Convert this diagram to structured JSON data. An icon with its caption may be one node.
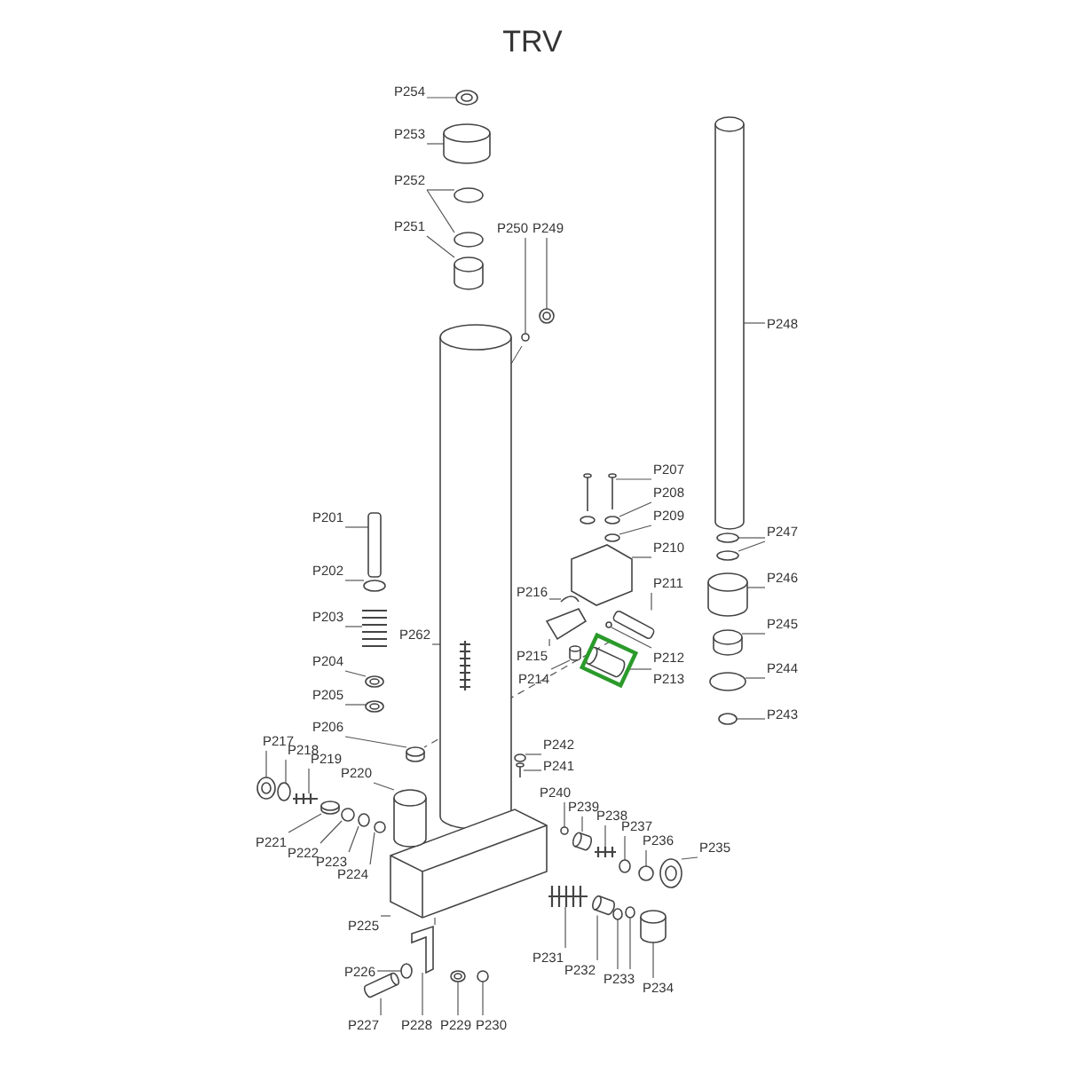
{
  "diagram": {
    "title": "TRV",
    "nodes": [
      {
        "text": [
          "P254"
        ]
      },
      {
        "text": [
          "P253"
        ]
      },
      {
        "text": [
          "P252"
        ]
      },
      {
        "text": [
          "P251"
        ]
      },
      {
        "text": [
          "P250"
        ]
      },
      {
        "text": [
          "P249"
        ]
      },
      {
        "text": [
          "P248"
        ]
      },
      {
        "text": [
          "P247"
        ]
      },
      {
        "text": [
          "P246"
        ]
      },
      {
        "text": [
          "P245"
        ]
      },
      {
        "text": [
          "P244"
        ]
      },
      {
        "text": [
          "P243"
        ]
      },
      {
        "text": [
          "P207"
        ]
      },
      {
        "text": [
          "P208"
        ]
      },
      {
        "text": [
          "P209"
        ]
      },
      {
        "text": [
          "P210"
        ]
      },
      {
        "text": [
          "P211"
        ]
      },
      {
        "text": [
          "P212"
        ]
      },
      {
        "text": [
          "P213"
        ]
      },
      {
        "text": [
          "P214"
        ]
      },
      {
        "text": [
          "P215"
        ]
      },
      {
        "text": [
          "P216"
        ]
      },
      {
        "text": [
          "P201"
        ]
      },
      {
        "text": [
          "P202"
        ]
      },
      {
        "text": [
          "P203"
        ]
      },
      {
        "text": [
          "P204"
        ]
      },
      {
        "text": [
          "P205"
        ]
      },
      {
        "text": [
          "P206"
        ]
      },
      {
        "text": [
          "P262"
        ]
      },
      {
        "text": [
          "P242"
        ]
      },
      {
        "text": [
          "P241"
        ]
      },
      {
        "text": [
          "P240"
        ]
      },
      {
        "text": [
          "P239"
        ]
      },
      {
        "text": [
          "P238"
        ]
      },
      {
        "text": [
          "P237"
        ]
      },
      {
        "text": [
          "P236"
        ]
      },
      {
        "text": [
          "P235"
        ]
      },
      {
        "text": [
          "P234"
        ]
      },
      {
        "text": [
          "P233"
        ]
      },
      {
        "text": [
          "P232"
        ]
      },
      {
        "text": [
          "P231"
        ]
      },
      {
        "text": [
          "P230"
        ]
      },
      {
        "text": [
          "P229"
        ]
      },
      {
        "text": [
          "P228"
        ]
      },
      {
        "text": [
          "P227"
        ]
      },
      {
        "text": [
          "P226"
        ]
      },
      {
        "text": [
          "P225"
        ]
      },
      {
        "text": [
          "P224"
        ]
      },
      {
        "text": [
          "P223"
        ]
      },
      {
        "text": [
          "P222"
        ]
      },
      {
        "text": [
          "P221"
        ]
      },
      {
        "text": [
          "P220"
        ]
      },
      {
        "text": [
          "P219"
        ]
      },
      {
        "text": [
          "P218"
        ]
      },
      {
        "text": [
          "P217"
        ]
      },
      {
        "text": [],
        "shape": "nut"
      },
      {
        "text": [],
        "shape": "cylinder"
      },
      {
        "text": [],
        "shape": "ring"
      },
      {
        "text": [],
        "shape": "ring"
      },
      {
        "text": [],
        "shape": "cylinder"
      },
      {
        "text": [],
        "shape": "pin"
      },
      {
        "text": [],
        "shape": "nut"
      },
      {
        "text": [],
        "shape": "rod"
      },
      {
        "text": [],
        "shape": "ring"
      },
      {
        "text": [],
        "shape": "ring"
      },
      {
        "text": [],
        "shape": "cylinder"
      },
      {
        "text": [],
        "shape": "cylinder"
      },
      {
        "text": [],
        "shape": "ring"
      },
      {
        "text": [],
        "shape": "ring"
      },
      {
        "text": [],
        "shape": "screw"
      },
      {
        "text": [],
        "shape": "ring"
      },
      {
        "text": [],
        "shape": "ring"
      },
      {
        "text": [],
        "shape": "bracket"
      },
      {
        "text": [],
        "shape": "pin"
      },
      {
        "text": [],
        "shape": "pin"
      },
      {
        "text": [],
        "shape": "cylinder"
      },
      {
        "text": [],
        "shape": "cylinder"
      },
      {
        "text": [],
        "shape": "lever"
      },
      {
        "text": [],
        "shape": "clip"
      },
      {
        "text": [],
        "shape": "pin"
      },
      {
        "text": [],
        "shape": "ring"
      },
      {
        "text": [],
        "shape": "spring"
      },
      {
        "text": [],
        "shape": "nut"
      },
      {
        "text": [],
        "shape": "nut"
      },
      {
        "text": [],
        "shape": "cylinder"
      },
      {
        "text": [],
        "shape": "spring"
      },
      {
        "text": [],
        "shape": "ring"
      },
      {
        "text": [],
        "shape": "screw"
      },
      {
        "text": [],
        "shape": "pin"
      },
      {
        "text": [],
        "shape": "cylinder"
      },
      {
        "text": [],
        "shape": "spring"
      },
      {
        "text": [],
        "shape": "ring"
      },
      {
        "text": [],
        "shape": "ring"
      },
      {
        "text": [],
        "shape": "nut"
      },
      {
        "text": [],
        "shape": "cylinder"
      },
      {
        "text": [],
        "shape": "ring"
      },
      {
        "text": [],
        "shape": "ring"
      },
      {
        "text": [],
        "shape": "cylinder"
      },
      {
        "text": [],
        "shape": "spring"
      },
      {
        "text": [],
        "shape": "ring"
      },
      {
        "text": [],
        "shape": "nut"
      },
      {
        "text": [],
        "shape": "bracket"
      },
      {
        "text": [],
        "shape": "rod"
      },
      {
        "text": [],
        "shape": "ring"
      },
      {
        "text": [],
        "shape": "block"
      },
      {
        "text": [],
        "shape": "ring"
      },
      {
        "text": [],
        "shape": "ring"
      },
      {
        "text": [],
        "shape": "ring"
      },
      {
        "text": [],
        "shape": "cylinder"
      },
      {
        "text": [],
        "shape": "cylinder"
      },
      {
        "text": [],
        "shape": "spring"
      },
      {
        "text": [],
        "shape": "ring"
      },
      {
        "text": [],
        "shape": "nut"
      }
    ],
    "edges": [
      {
        "from": 0,
        "to": 55,
        "arrow": "none"
      },
      {
        "from": 1,
        "to": 56,
        "arrow": "none"
      },
      {
        "from": 2,
        "to": 57,
        "arrow": "none"
      },
      {
        "from": 2,
        "to": 58,
        "arrow": "none"
      },
      {
        "from": 3,
        "to": 59,
        "arrow": "none"
      },
      {
        "from": 4,
        "to": 60,
        "arrow": "none"
      },
      {
        "from": 5,
        "to": 61,
        "arrow": "none"
      },
      {
        "from": 6,
        "to": 62,
        "arrow": "none"
      },
      {
        "from": 7,
        "to": 63,
        "arrow": "none"
      },
      {
        "from": 7,
        "to": 64,
        "arrow": "none"
      },
      {
        "from": 8,
        "to": 65,
        "arrow": "none"
      },
      {
        "from": 9,
        "to": 66,
        "arrow": "none"
      },
      {
        "from": 10,
        "to": 67,
        "arrow": "none"
      },
      {
        "from": 11,
        "to": 68,
        "arrow": "none"
      },
      {
        "from": 12,
        "to": 69,
        "arrow": "none"
      },
      {
        "from": 13,
        "to": 70,
        "arrow": "none"
      },
      {
        "from": 14,
        "to": 71,
        "arrow": "none"
      },
      {
        "from": 15,
        "to": 72,
        "arrow": "none"
      },
      {
        "from": 16,
        "to": 73,
        "arrow": "none"
      },
      {
        "from": 17,
        "to": 74,
        "arrow": "none"
      },
      {
        "from": 18,
        "to": 75,
        "arrow": "none"
      },
      {
        "from": 19,
        "to": 76,
        "arrow": "none"
      },
      {
        "from": 20,
        "to": 77,
        "arrow": "none"
      },
      {
        "from": 21,
        "to": 78,
        "arrow": "none"
      },
      {
        "from": 22,
        "to": 79,
        "arrow": "none"
      },
      {
        "from": 23,
        "to": 80,
        "arrow": "none"
      },
      {
        "from": 24,
        "to": 81,
        "arrow": "none"
      },
      {
        "from": 25,
        "to": 82,
        "arrow": "none"
      },
      {
        "from": 26,
        "to": 83,
        "arrow": "none"
      },
      {
        "from": 27,
        "to": 84,
        "arrow": "none"
      },
      {
        "from": 28,
        "to": 85,
        "arrow": "none"
      },
      {
        "from": 29,
        "to": 86,
        "arrow": "none"
      },
      {
        "from": 30,
        "to": 87,
        "arrow": "none"
      },
      {
        "from": 31,
        "to": 88,
        "arrow": "none"
      },
      {
        "from": 32,
        "to": 89,
        "arrow": "none"
      },
      {
        "from": 33,
        "to": 90,
        "arrow": "none"
      },
      {
        "from": 34,
        "to": 91,
        "arrow": "none"
      },
      {
        "from": 35,
        "to": 92,
        "arrow": "none"
      },
      {
        "from": 36,
        "to": 93,
        "arrow": "none"
      },
      {
        "from": 37,
        "to": 94,
        "arrow": "none"
      },
      {
        "from": 38,
        "to": 95,
        "arrow": "none"
      },
      {
        "from": 38,
        "to": 96,
        "arrow": "none"
      },
      {
        "from": 39,
        "to": 97,
        "arrow": "none"
      },
      {
        "from": 40,
        "to": 98,
        "arrow": "none"
      },
      {
        "from": 41,
        "to": 99,
        "arrow": "none"
      },
      {
        "from": 42,
        "to": 100,
        "arrow": "none"
      },
      {
        "from": 43,
        "to": 101,
        "arrow": "none"
      },
      {
        "from": 44,
        "to": 102,
        "arrow": "none"
      },
      {
        "from": 45,
        "to": 103,
        "arrow": "none"
      },
      {
        "from": 46,
        "to": 104,
        "arrow": "none"
      },
      {
        "from": 47,
        "to": 105,
        "arrow": "none"
      },
      {
        "from": 48,
        "to": 106,
        "arrow": "none"
      },
      {
        "from": 49,
        "to": 107,
        "arrow": "none"
      },
      {
        "from": 50,
        "to": 108,
        "arrow": "none"
      },
      {
        "from": 51,
        "to": 109,
        "arrow": "none"
      },
      {
        "from": 52,
        "to": 110,
        "arrow": "none"
      },
      {
        "from": 53,
        "to": 111,
        "arrow": "none"
      },
      {
        "from": 54,
        "to": 112,
        "arrow": "none"
      },
      {
        "from": 73,
        "to": 84,
        "arrow": "none",
        "style": "dashed"
      },
      {
        "from": 101,
        "to": 104,
        "arrow": "none",
        "style": "dashed"
      }
    ]
  }
}
